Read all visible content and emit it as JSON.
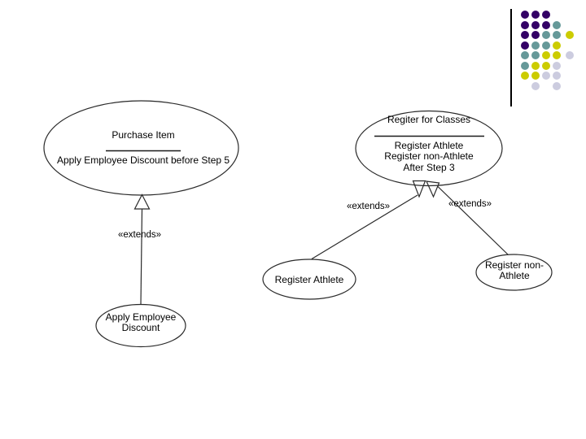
{
  "slide": {
    "background": "#ffffff",
    "stroke_color": "#2a2a2a",
    "decoration": {
      "vertical_line_color": "#000000",
      "dot_colors": {
        "P": "#330066",
        "T": "#669999",
        "Y": "#cccc00",
        "L": "#ccccdf"
      },
      "dot_pattern": [
        "PPP..",
        "PPPT.",
        "PPTTY",
        "PTTY.",
        "TTYYL",
        "TYYL.",
        "YYLL.",
        ".L.L."
      ]
    },
    "left_diagram": {
      "main_usecase": {
        "title": "Purchase Item",
        "extension_note": "Apply Employee Discount before Step 5"
      },
      "extends_label": "«extends»",
      "child_usecase": {
        "label": "Apply Employee Discount"
      }
    },
    "right_diagram": {
      "main_usecase": {
        "title": "Regiter for Classes",
        "lines": [
          "Register Athlete",
          "Register non-Athlete",
          "After Step 3"
        ]
      },
      "extends_label_left": "«extends»",
      "extends_label_right": "«extends»",
      "child_left": {
        "label": "Register Athlete"
      },
      "child_right": {
        "label": "Register non-Athlete"
      }
    }
  }
}
